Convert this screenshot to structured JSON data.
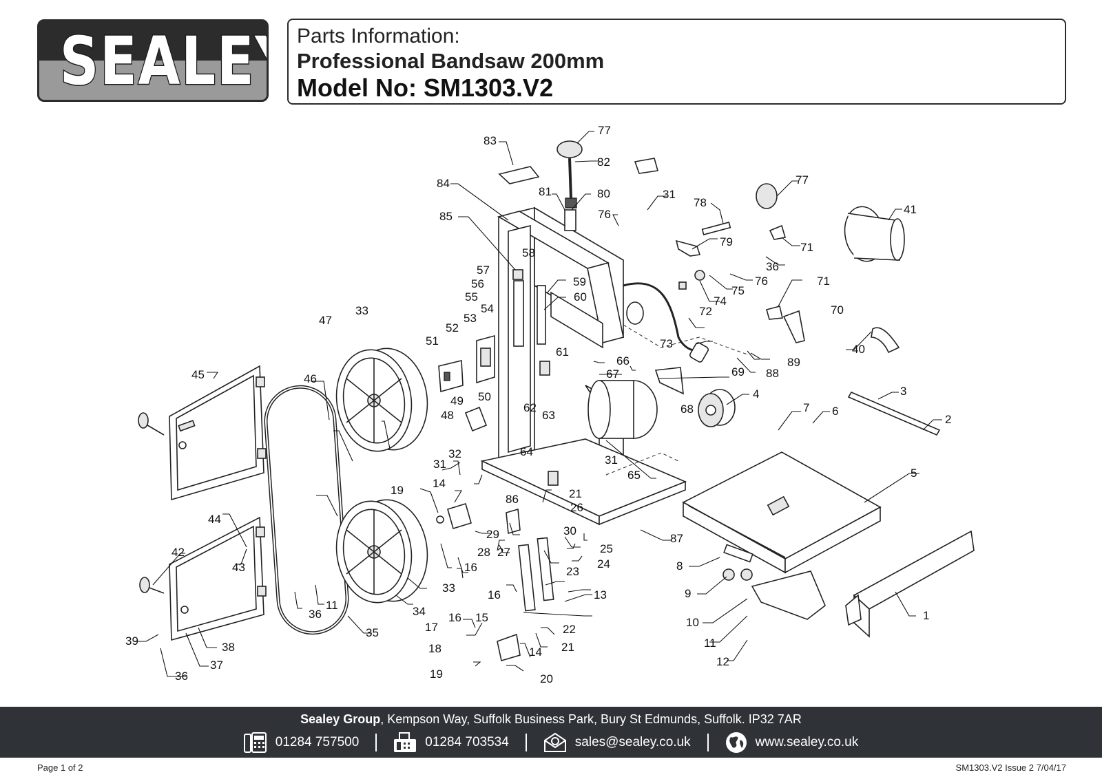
{
  "logo": {
    "text": "SEALEY"
  },
  "header": {
    "line1": "Parts Information:",
    "line2": "Professional Bandsaw 200mm",
    "line3": "Model No: SM1303.V2"
  },
  "diagram": {
    "callouts": [
      "1",
      "2",
      "3",
      "4",
      "5",
      "6",
      "7",
      "8",
      "9",
      "10",
      "11",
      "11",
      "12",
      "13",
      "14",
      "14",
      "15",
      "16",
      "16",
      "16",
      "17",
      "18",
      "19",
      "19",
      "20",
      "21",
      "21",
      "22",
      "23",
      "24",
      "25",
      "26",
      "27",
      "28",
      "29",
      "30",
      "31",
      "31",
      "31",
      "32",
      "33",
      "33",
      "34",
      "35",
      "36",
      "36",
      "36",
      "37",
      "38",
      "39",
      "40",
      "41",
      "42",
      "43",
      "44",
      "45",
      "46",
      "47",
      "48",
      "49",
      "50",
      "51",
      "52",
      "53",
      "54",
      "55",
      "56",
      "57",
      "58",
      "59",
      "60",
      "61",
      "62",
      "63",
      "64",
      "65",
      "66",
      "67",
      "68",
      "69",
      "70",
      "71",
      "71",
      "72",
      "73",
      "74",
      "75",
      "76",
      "76",
      "77",
      "77",
      "78",
      "79",
      "80",
      "81",
      "82",
      "83",
      "84",
      "85",
      "86",
      "87",
      "88",
      "89"
    ]
  },
  "footer": {
    "company": "Sealey Group",
    "address": ", Kempson Way, Suffolk Business Park, Bury St Edmunds, Suffolk. IP32 7AR",
    "phone": "01284 757500",
    "fax": "01284 703534",
    "email": "sales@sealey.co.uk",
    "website": "www.sealey.co.uk"
  },
  "page_info": {
    "page": "Page 1 of 2",
    "doc_ref": "SM1303.V2 Issue 2   7/04/17"
  }
}
